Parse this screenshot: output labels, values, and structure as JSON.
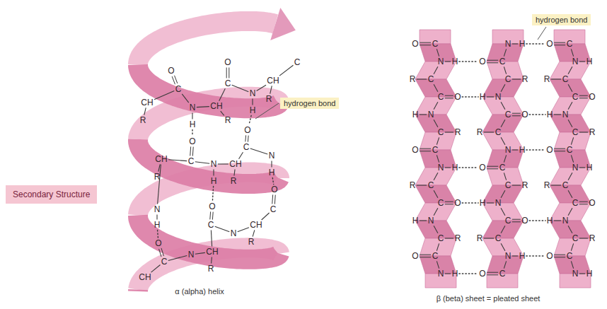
{
  "diagram": {
    "nodes": [
      {
        "text": [
          "Secondary Structure"
        ]
      },
      {
        "text": [
          "hydrogen bond"
        ]
      },
      {
        "text": [
          "hydrogen bond"
        ]
      }
    ],
    "labels": [
      "O",
      "C",
      "N",
      "CH",
      "R",
      "C",
      "H",
      "O",
      "C",
      "CH",
      "R",
      "N",
      "CH",
      "R",
      "H",
      "O",
      "C",
      "N",
      "H",
      "O",
      "C",
      "N",
      "CH",
      "R",
      "CH",
      "R",
      "H",
      "O",
      "C",
      "N",
      "CH",
      "R",
      "O",
      "C",
      "N",
      "H",
      "O",
      "C",
      "N",
      "CH",
      "R",
      "CH",
      "α (alpha) helix",
      "O",
      "C",
      "N",
      "H",
      "R",
      "C",
      "C",
      "O",
      "H",
      "N",
      "C",
      "R",
      "O",
      "C",
      "N",
      "H",
      "R",
      "C",
      "C",
      "O",
      "H",
      "N",
      "C",
      "R",
      "O",
      "C",
      "N",
      "H",
      "N",
      "H",
      "O",
      "C",
      "C",
      "R",
      "H",
      "N",
      "C",
      "O",
      "R",
      "C",
      "N",
      "H",
      "O",
      "C",
      "C",
      "R",
      "H",
      "N",
      "C",
      "O",
      "R",
      "C",
      "N",
      "H",
      "O",
      "C",
      "O",
      "C",
      "N",
      "H",
      "R",
      "C",
      "C",
      "O",
      "H",
      "N",
      "C",
      "R",
      "O",
      "C",
      "N",
      "H",
      "R",
      "C",
      "C",
      "O",
      "H",
      "N",
      "C",
      "R",
      "O",
      "C",
      "N",
      "H",
      "β (beta) sheet = pleated sheet"
    ]
  }
}
